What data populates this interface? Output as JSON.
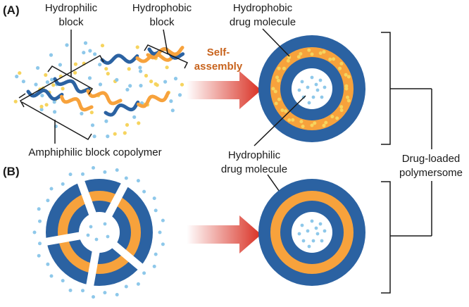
{
  "panels": {
    "a": "(A)",
    "b": "(B)"
  },
  "labels": {
    "hydrophilic_block": [
      "Hydrophilic",
      "block"
    ],
    "hydrophobic_block": [
      "Hydrophobic",
      "block"
    ],
    "hydrophobic_drug": [
      "Hydrophobic",
      "drug molecule"
    ],
    "hydrophilic_drug": [
      "Hydrophilic",
      "drug molecule"
    ],
    "copolymer": "Amphiphilic block copolymer",
    "self_assembly": [
      "Self-",
      "assembly"
    ],
    "result": [
      "Drug-loaded",
      "polymersome"
    ]
  },
  "colors": {
    "blue": "#2b62a2",
    "orange": "#f7a23c",
    "dot_yellow": "#f6d45e",
    "dot_blue": "#8ec8ea",
    "arrow_red": "#d93023",
    "assembly_text": "#c8641e",
    "line": "#1a1a1a"
  }
}
